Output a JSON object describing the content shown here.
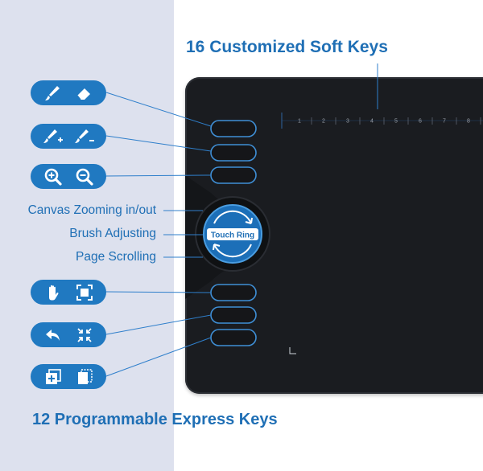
{
  "headings": {
    "soft_keys": "16 Customized Soft Keys",
    "express_keys": "12 Programmable Express Keys"
  },
  "ring_labels": {
    "zoom": "Canvas Zooming in/out",
    "brush": "Brush Adjusting",
    "scroll": "Page Scrolling"
  },
  "touch_ring": {
    "label": "Touch Ring"
  },
  "soft_key_numbers": [
    "1",
    "2",
    "3",
    "4",
    "5",
    "6",
    "7",
    "8"
  ],
  "shortcut_pills": [
    {
      "icons": [
        "brush-icon",
        "eraser-icon"
      ]
    },
    {
      "icons": [
        "brush-size-up-icon",
        "brush-size-down-icon"
      ]
    },
    {
      "icons": [
        "zoom-in-icon",
        "zoom-out-icon"
      ]
    },
    {
      "icons": [
        "hand-icon",
        "fullscreen-icon"
      ]
    },
    {
      "icons": [
        "undo-icon",
        "shrink-icon"
      ]
    },
    {
      "icons": [
        "new-layer-icon",
        "copy-layer-icon"
      ]
    }
  ],
  "colors": {
    "accent": "#1f6fb5",
    "pill": "#2079c1",
    "panel": "#dde1ee",
    "tablet": "#1a1c20",
    "key_outline": "#3f8fd6"
  }
}
